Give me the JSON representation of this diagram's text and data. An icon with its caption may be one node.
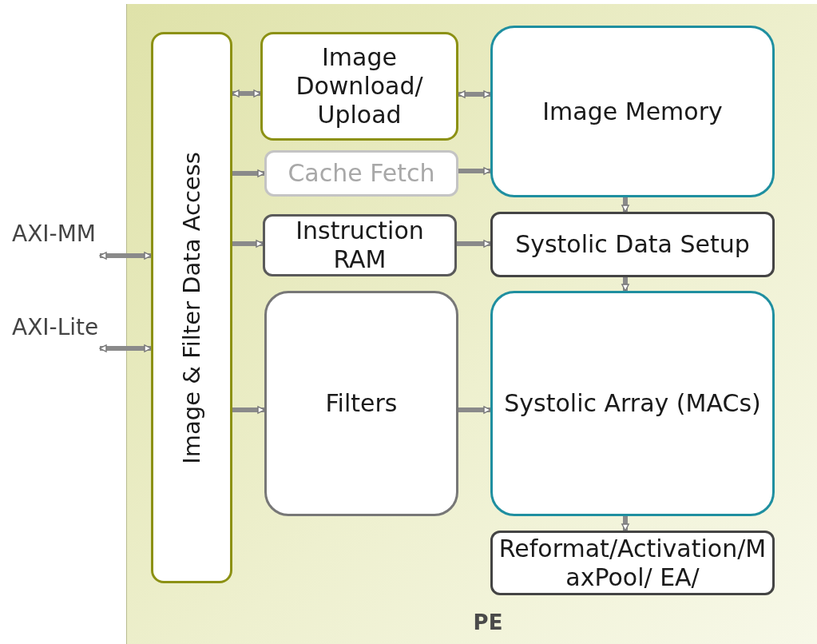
{
  "diagram": {
    "nodes": [
      {
        "text": [
          "PE"
        ]
      },
      {
        "text": [
          "Image & Filter Data Access"
        ],
        "in": 0
      },
      {
        "text": [
          "Image Download/ Upload"
        ],
        "in": 0
      },
      {
        "text": [
          "Cache Fetch"
        ],
        "in": 0
      },
      {
        "text": [
          "Image Memory"
        ],
        "in": 0
      },
      {
        "text": [
          "Instruction RAM"
        ],
        "in": 0
      },
      {
        "text": [
          "Systolic Data Setup"
        ],
        "in": 0
      },
      {
        "text": [
          "Filters"
        ],
        "in": 0
      },
      {
        "text": [
          "Systolic Array (MACs)"
        ],
        "in": 0
      },
      {
        "text": [
          "Reformat/Activation/MaxPool/ EA/"
        ],
        "in": 0
      },
      {
        "text": [
          "AXI-MM"
        ]
      },
      {
        "text": [
          "AXI-Lite"
        ]
      }
    ],
    "edges": [
      {
        "from": 10,
        "to": 1,
        "arrow": "both"
      },
      {
        "from": 11,
        "to": 1,
        "arrow": "both"
      },
      {
        "from": 1,
        "to": 2,
        "arrow": "both"
      },
      {
        "from": 1,
        "to": 3,
        "arrow": "to"
      },
      {
        "from": 1,
        "to": 5,
        "arrow": "to"
      },
      {
        "from": 1,
        "to": 7,
        "arrow": "to"
      },
      {
        "from": 2,
        "to": 4,
        "arrow": "both"
      },
      {
        "from": 3,
        "to": 4,
        "arrow": "to"
      },
      {
        "from": 5,
        "to": 6,
        "arrow": "to"
      },
      {
        "from": 7,
        "to": 8,
        "arrow": "to"
      },
      {
        "from": 4,
        "to": 6,
        "arrow": "to"
      },
      {
        "from": 6,
        "to": 8,
        "arrow": "to"
      },
      {
        "from": 8,
        "to": 9,
        "arrow": "to"
      }
    ]
  }
}
